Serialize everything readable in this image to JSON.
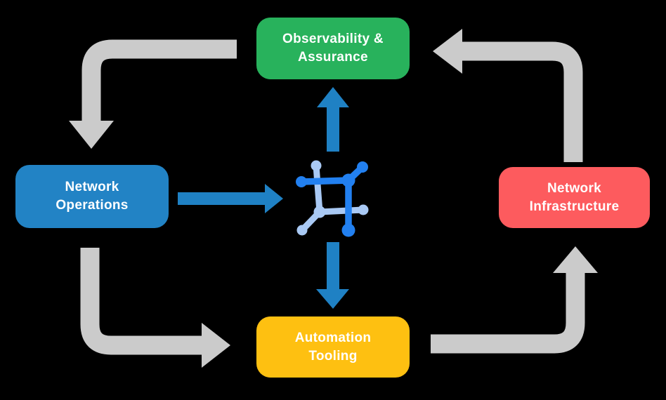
{
  "diagram": {
    "background_color": "#000000",
    "boxes": [
      {
        "id": "observability-assurance",
        "label": "Observability &\nAssurance",
        "color": "#28b25c"
      },
      {
        "id": "network-operations",
        "label": "Network\nOperations",
        "color": "#2283c5"
      },
      {
        "id": "network-infrastructure",
        "label": "Network\nInfrastructure",
        "color": "#fd5b5e"
      },
      {
        "id": "automation-tooling",
        "label": "Automation\nTooling",
        "color": "#fec011"
      }
    ],
    "cycle_arrows": {
      "color": "#cbcbcb",
      "paths": [
        "observability-to-operations",
        "operations-to-automation",
        "automation-to-infrastructure",
        "infrastructure-to-observability"
      ]
    },
    "flow_arrows": {
      "color": "#1f81c4",
      "paths": [
        "operations-to-center",
        "center-to-observability",
        "center-to-automation"
      ]
    },
    "center_icon": {
      "name": "network-mesh-icon",
      "dark_color": "#2280f0",
      "light_color": "#a9c9f4"
    },
    "text_color": "#ffffff"
  }
}
